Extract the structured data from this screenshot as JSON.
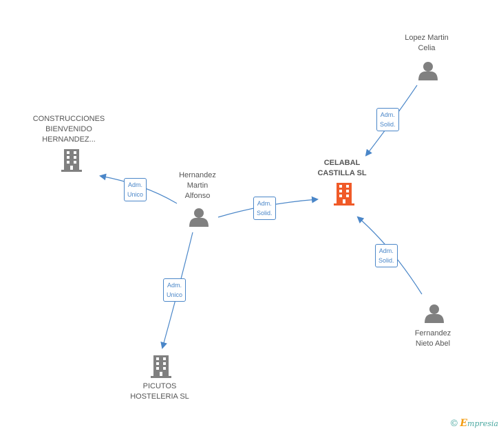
{
  "colors": {
    "edge": "#4a86c8",
    "person": "#808080",
    "company": "#808080",
    "main_company": "#f05a28",
    "label": "#555555"
  },
  "nodes": {
    "celabal": {
      "lines": [
        "CELABAL",
        "CASTILLA SL"
      ],
      "icon": "building-icon"
    },
    "lopez": {
      "lines": [
        "Lopez Martin",
        "Celia"
      ],
      "icon": "person-icon"
    },
    "hernandez": {
      "lines": [
        "Hernandez",
        "Martin",
        "Alfonso"
      ],
      "icon": "person-icon"
    },
    "fernandez": {
      "lines": [
        "Fernandez",
        "Nieto Abel"
      ],
      "icon": "person-icon"
    },
    "construcciones": {
      "lines": [
        "CONSTRUCCIONES",
        "BIENVENIDO",
        "HERNANDEZ..."
      ],
      "icon": "building-icon"
    },
    "picutos": {
      "lines": [
        "PICUTOS",
        "HOSTELERIA SL"
      ],
      "icon": "building-icon"
    }
  },
  "edges": {
    "lopez_celabal": [
      "Adm.",
      "Solid."
    ],
    "hernandez_celabal": [
      "Adm.",
      "Solid."
    ],
    "fernandez_celabal": [
      "Adm.",
      "Solid."
    ],
    "hernandez_construcciones": [
      "Adm.",
      "Unico"
    ],
    "hernandez_picutos": [
      "Adm.",
      "Unico"
    ]
  },
  "watermark": {
    "symbol": "©",
    "brand_initial": "E",
    "brand_rest": "mpresia"
  }
}
